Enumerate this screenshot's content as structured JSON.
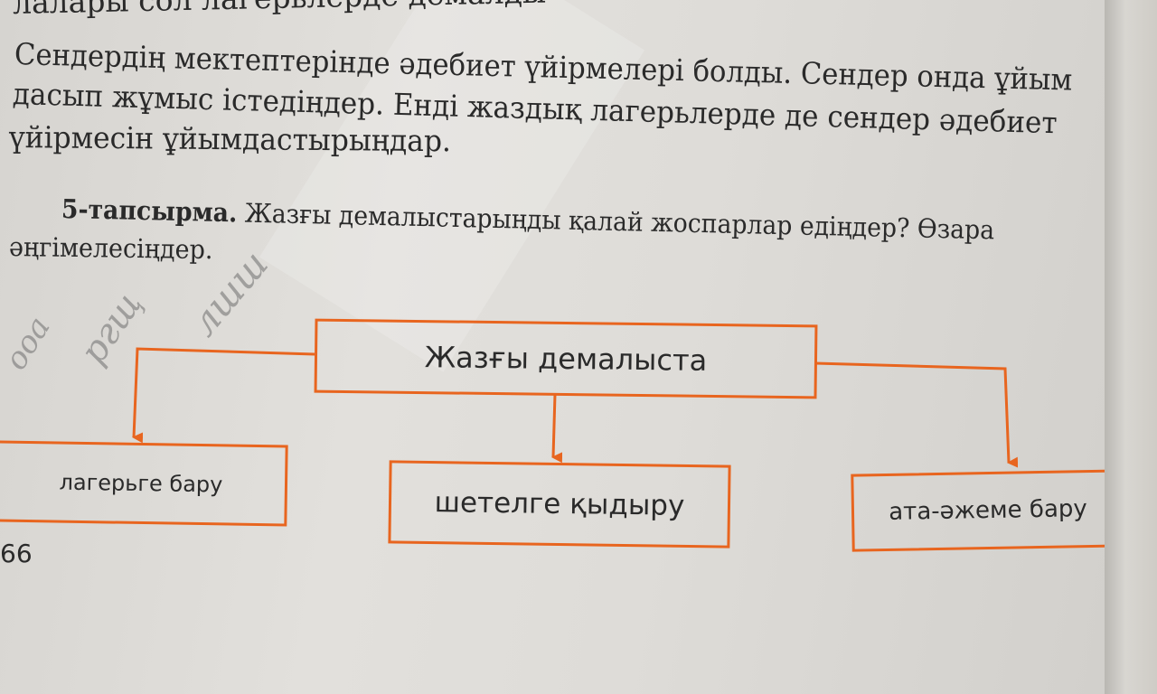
{
  "body_text": {
    "lines": [
      "лалары сол лагерьлерде демалды",
      "Сендердің мектептерінде әдебиет үйірмелері болды. Сендер онда ұйым",
      "дасып жұмыс істедіңдер. Енді жаздық лагерьлерде де сендер әдебиет",
      "үйірмесін ұйымдастырыңдар."
    ]
  },
  "task": {
    "label": "5-тапсырма.",
    "text": " Жазғы демалыстарыңды қалай жоспарлар едіңдер? Өзара",
    "text_line2": "әңгімелесіңдер."
  },
  "diagram": {
    "center": "Жазғы демалыста",
    "left": "лагерьге бару",
    "middle": "шетелге қыдыру",
    "right": "ата-әжеме бару"
  },
  "page_number": "66",
  "colors": {
    "accent": "#e8651f",
    "text": "#2a2a2a"
  }
}
